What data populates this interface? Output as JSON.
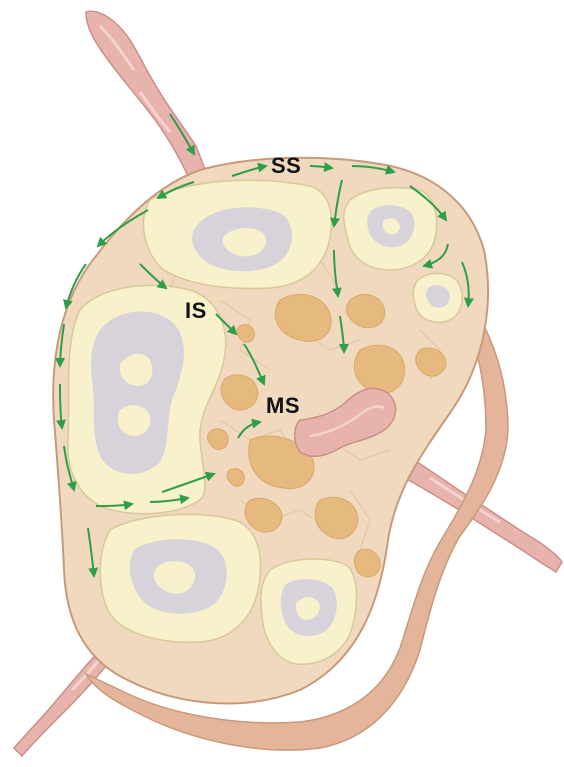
{
  "labels": {
    "subcapsular_sinus": "SS",
    "intermediate_sinus": "IS",
    "medullary_sinus": "MS"
  },
  "colors": {
    "capsule": "#f0d9bf",
    "capsule_edge": "#c79a7a",
    "node_side": "#e4b49b",
    "follicle": "#f7f1cc",
    "germinal_center": "#d8d3da",
    "medullary_cord": "#e6b97e",
    "flow_arrow": "#2e9e49",
    "lymph_vessel": "#e2a8a0",
    "label_text": "#111111"
  }
}
